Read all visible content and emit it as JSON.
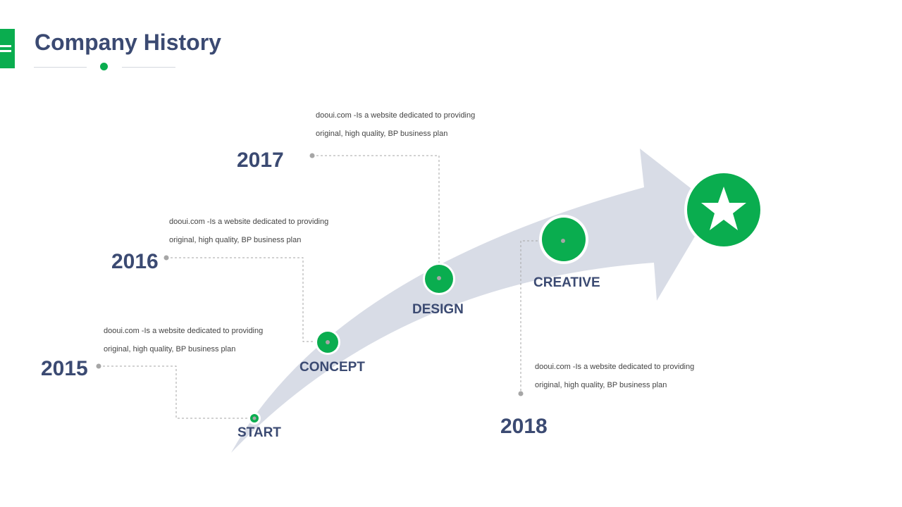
{
  "header": {
    "title": "Company History"
  },
  "colors": {
    "accent": "#0aad4f",
    "text": "#3b4a72",
    "arrow": "#d8dce6",
    "connector": "#a6a6a6"
  },
  "icons": {
    "menu": "menu-icon",
    "goal": "star-icon"
  },
  "milestones": [
    {
      "year": "2015",
      "stage": "START",
      "desc_line1": "dooui.com -Is a website dedicated to providing",
      "desc_line2": "original, high quality, BP business plan"
    },
    {
      "year": "2016",
      "stage": "CONCEPT",
      "desc_line1": "dooui.com -Is a website dedicated to providing",
      "desc_line2": "original, high quality, BP business plan"
    },
    {
      "year": "2017",
      "stage": "DESIGN",
      "desc_line1": "dooui.com -Is a website dedicated to providing",
      "desc_line2": "original, high quality, BP business plan"
    },
    {
      "year": "2018",
      "stage": "CREATIVE",
      "desc_line1": "dooui.com -Is a website dedicated to providing",
      "desc_line2": "original, high quality, BP business plan"
    }
  ]
}
